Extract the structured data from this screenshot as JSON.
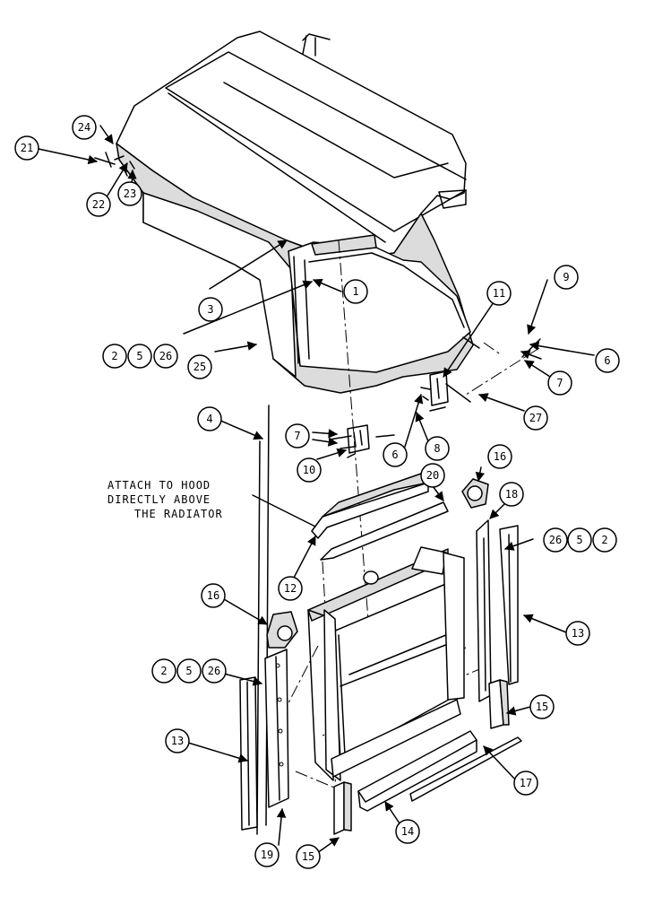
{
  "note": {
    "line1": "ATTACH TO HOOD",
    "line2": "DIRECTLY ABOVE",
    "line3": "THE RADIATOR"
  },
  "callouts": [
    "1",
    "2",
    "3",
    "4",
    "5",
    "6",
    "7",
    "8",
    "9",
    "10",
    "11",
    "12",
    "13",
    "14",
    "15",
    "16",
    "17",
    "18",
    "19",
    "20",
    "21",
    "22",
    "23",
    "24",
    "25",
    "26",
    "27"
  ]
}
